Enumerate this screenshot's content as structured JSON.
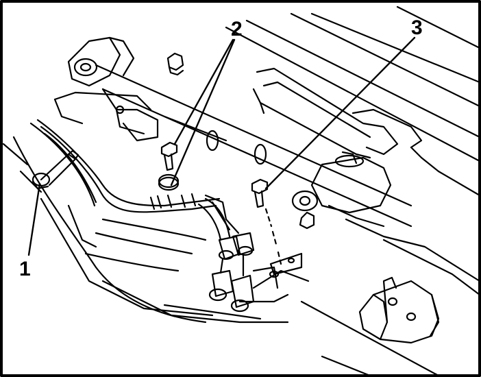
{
  "figure": {
    "callouts": [
      {
        "id": "1",
        "label": "1"
      },
      {
        "id": "2",
        "label": "2"
      },
      {
        "id": "3",
        "label": "3"
      }
    ],
    "colors": {
      "ink": "#000000",
      "paper": "#ffffff"
    }
  }
}
